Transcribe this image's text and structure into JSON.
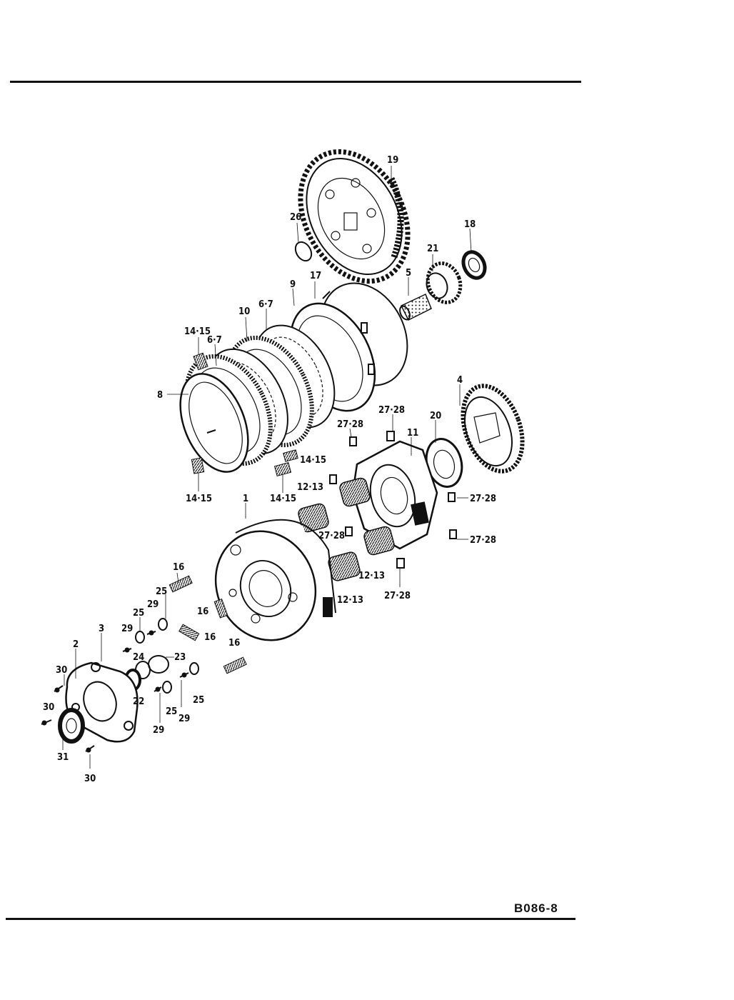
{
  "document": {
    "page_code": "B086-8"
  },
  "callouts": [
    {
      "id": "c19",
      "text": "19"
    },
    {
      "id": "c26",
      "text": "26"
    },
    {
      "id": "c18",
      "text": "18"
    },
    {
      "id": "c21",
      "text": "21"
    },
    {
      "id": "c5",
      "text": "5"
    },
    {
      "id": "c17",
      "text": "17"
    },
    {
      "id": "c9",
      "text": "9"
    },
    {
      "id": "c10",
      "text": "10"
    },
    {
      "id": "c67a",
      "text": "6·7"
    },
    {
      "id": "c67b",
      "text": "6·7"
    },
    {
      "id": "c1415a",
      "text": "14·15"
    },
    {
      "id": "c8",
      "text": "8"
    },
    {
      "id": "c4",
      "text": "4"
    },
    {
      "id": "c2728a",
      "text": "27·28"
    },
    {
      "id": "c2728b",
      "text": "27·28"
    },
    {
      "id": "c20",
      "text": "20"
    },
    {
      "id": "c11",
      "text": "11"
    },
    {
      "id": "c1415b",
      "text": "14·15"
    },
    {
      "id": "c1415c",
      "text": "14·15"
    },
    {
      "id": "c1415d",
      "text": "14·15"
    },
    {
      "id": "c1213a",
      "text": "12·13"
    },
    {
      "id": "c2728c",
      "text": "27·28"
    },
    {
      "id": "c1",
      "text": "1"
    },
    {
      "id": "c2728d",
      "text": "27·28"
    },
    {
      "id": "c2728e",
      "text": "27·28"
    },
    {
      "id": "c1213b",
      "text": "12·13"
    },
    {
      "id": "c1213c",
      "text": "12·13"
    },
    {
      "id": "c2728f",
      "text": "27·28"
    },
    {
      "id": "c16a",
      "text": "16"
    },
    {
      "id": "c25a",
      "text": "25"
    },
    {
      "id": "c29a",
      "text": "29"
    },
    {
      "id": "c25b",
      "text": "25"
    },
    {
      "id": "c16b",
      "text": "16"
    },
    {
      "id": "c3",
      "text": "3"
    },
    {
      "id": "c29b",
      "text": "29"
    },
    {
      "id": "c16c",
      "text": "16"
    },
    {
      "id": "c16d",
      "text": "16"
    },
    {
      "id": "c2",
      "text": "2"
    },
    {
      "id": "c24",
      "text": "24"
    },
    {
      "id": "c23",
      "text": "23"
    },
    {
      "id": "c30a",
      "text": "30"
    },
    {
      "id": "c22",
      "text": "22"
    },
    {
      "id": "c25c",
      "text": "25"
    },
    {
      "id": "c25d",
      "text": "25"
    },
    {
      "id": "c29c",
      "text": "29"
    },
    {
      "id": "c30b",
      "text": "30"
    },
    {
      "id": "c29d",
      "text": "29"
    },
    {
      "id": "c31",
      "text": "31"
    },
    {
      "id": "c30c",
      "text": "30"
    }
  ]
}
